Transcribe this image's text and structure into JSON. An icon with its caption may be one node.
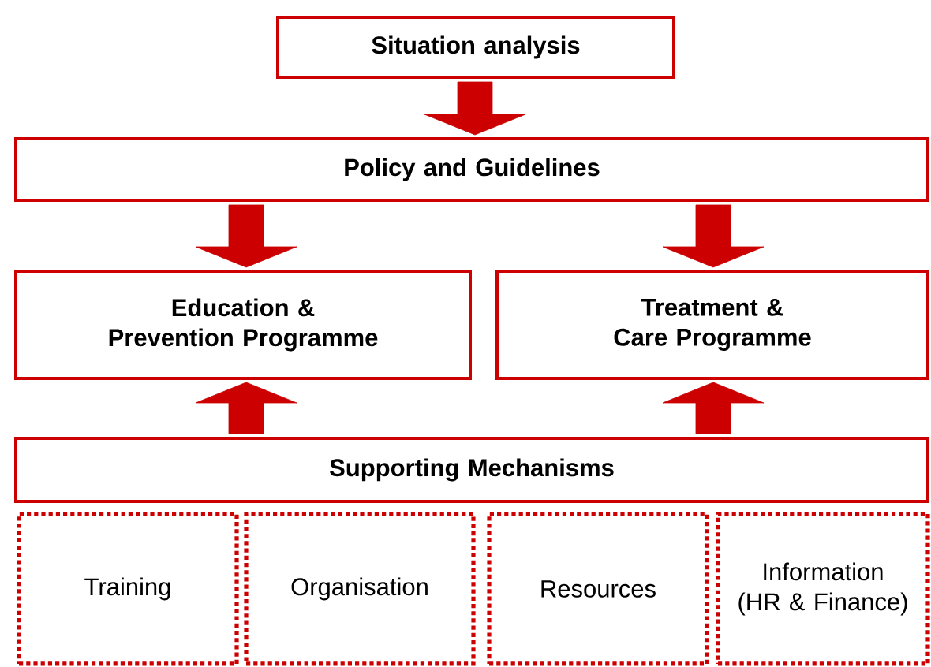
{
  "diagram": {
    "nodes": [
      {
        "text": [
          "Situation analysis"
        ]
      },
      {
        "text": [
          "Policy and Guidelines"
        ]
      },
      {
        "text": [
          "Education & Prevention Programme"
        ]
      },
      {
        "text": [
          "Treatment & Care Programme"
        ]
      },
      {
        "text": [
          "Supporting Mechanisms"
        ]
      },
      {
        "text": [
          "Training"
        ]
      },
      {
        "text": [
          "Organisation"
        ]
      },
      {
        "text": [
          "Resources"
        ]
      },
      {
        "text": [
          "Information (HR & Finance)"
        ]
      }
    ],
    "edges": [
      {
        "from": 0,
        "to": 1,
        "arrow": "to"
      },
      {
        "from": 1,
        "to": 2,
        "arrow": "to"
      },
      {
        "from": 1,
        "to": 3,
        "arrow": "to"
      },
      {
        "from": 4,
        "to": 2,
        "arrow": "to"
      },
      {
        "from": 4,
        "to": 3,
        "arrow": "to"
      }
    ]
  }
}
